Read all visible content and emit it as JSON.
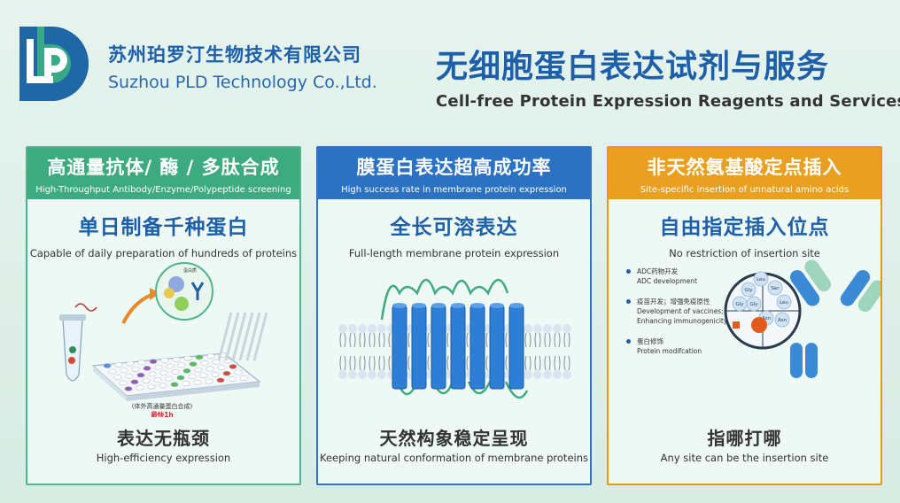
{
  "company": {
    "name_cn": "苏州珀罗汀生物技术有限公司",
    "name_en": "Suzhou PLD Technology Co.,Ltd."
  },
  "headline": {
    "cn": "无细胞蛋白表达试剂与服务",
    "en": "Cell-free Protein Expression Reagents and Services"
  },
  "cards": [
    {
      "title_cn": "高通量抗体/ 酶 / 多肽合成",
      "title_en": "High-Throughput Antibody/Enzyme/Polypeptide screening",
      "sub_cn": "单日制备千种蛋白",
      "sub_en": "Capable of daily preparation of hundreds of proteins",
      "art_label_1": "(体外高通量蛋白合成)",
      "art_label_2": "最快1h",
      "art_label_3": "蛋白质",
      "foot_cn": "表达无瓶颈",
      "foot_en": "High-efficiency expression"
    },
    {
      "title_cn": "膜蛋白表达超高成功率",
      "title_en": "High success rate in membrane protein expression",
      "sub_cn": "全长可溶表达",
      "sub_en": "Full-length membrane protein expression",
      "foot_cn": "天然构象稳定呈现",
      "foot_en": "Keeping natural conformation of membrane proteins"
    },
    {
      "title_cn": "非天然氨基酸定点插入",
      "title_en": "Site-specific insertion of unnatural amino acids",
      "sub_cn": "自由指定插入位点",
      "sub_en": "No restriction of insertion site",
      "applications": [
        {
          "cn": "ADC药物开发",
          "en": "ADC development"
        },
        {
          "cn": "疫苗开发；增强免疫原性",
          "en": "Development of vaccines; Enhancing immunogenicity"
        },
        {
          "cn": "蛋白修饰",
          "en": "Protein modifcation"
        }
      ],
      "residues": [
        "Gly",
        "Leu",
        "Ser",
        "Gly",
        "Gly",
        "Leu",
        "Asn",
        "Asn"
      ],
      "foot_cn": "指哪打哪",
      "foot_en": "Any site can be the insertion site"
    }
  ],
  "colors": {
    "green": "#3daa7f",
    "blue": "#2c72c2",
    "orange": "#e9a020",
    "brand": "#1d5fa8"
  }
}
